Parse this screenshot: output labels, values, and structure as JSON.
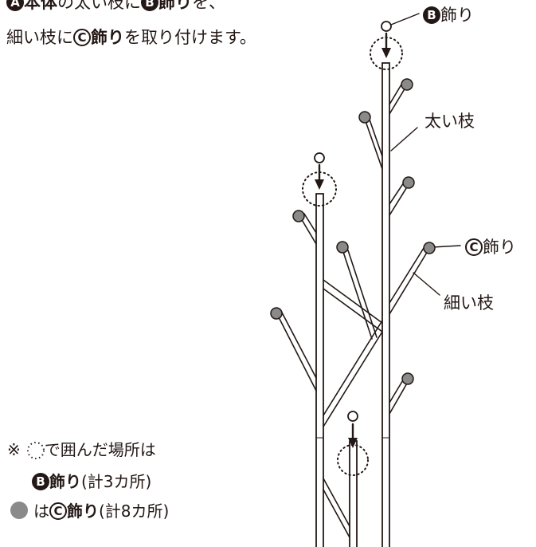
{
  "instruction": {
    "line1": {
      "mark_a": "A",
      "part_a": "本体",
      "text_1": "の太い枝に",
      "mark_b": "B",
      "part_b": "飾り",
      "text_2": "を、"
    },
    "line2": {
      "text_1": "細い枝に",
      "mark_c": "C",
      "part_c": "飾り",
      "text_2": "を取り付けます。"
    }
  },
  "callouts": {
    "b_ornament": {
      "mark": "B",
      "label": "飾り"
    },
    "thick_branch": {
      "label": "太い枝"
    },
    "c_ornament": {
      "mark": "C",
      "label": "飾り"
    },
    "thin_branch": {
      "label": "細い枝"
    }
  },
  "note": {
    "line1": {
      "prefix": "※",
      "text": "で囲んだ場所は"
    },
    "line2": {
      "mark": "B",
      "label": "飾り",
      "count": "(計3カ所)"
    },
    "line3": {
      "text": "は",
      "mark": "C",
      "label": "飾り",
      "count": "(計8カ所)"
    }
  },
  "colors": {
    "ink": "#231815",
    "ball_fill": "#8a8a8a",
    "background": "#ffffff"
  }
}
